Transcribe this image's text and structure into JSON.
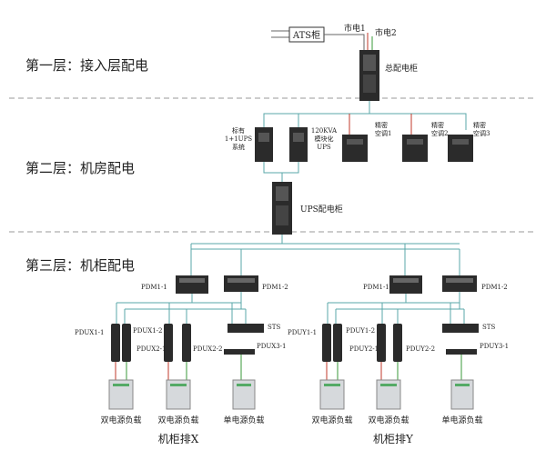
{
  "layers": [
    "第一层：接入层配电",
    "第二层：机房配电",
    "第三层：机柜配电"
  ],
  "layer1": {
    "ats": "ATS柜",
    "mains": [
      "市电1",
      "市电2"
    ],
    "main_cabinet": "总配电柜"
  },
  "layer2": {
    "ups_systems": [
      "标有\n1+1UPS\n系统",
      "120KVA\n模块化\nUPS"
    ],
    "ac_units": [
      "精密\n空调1",
      "精密\n空调2",
      "精密\n空调3"
    ],
    "ups_cabinet": "UPS配电柜"
  },
  "layer3": {
    "pdm_labels": [
      "PDM1-1",
      "PDM1-2",
      "PDM1-1",
      "PDM1-2"
    ],
    "left_pdus": [
      "PDUX1-1",
      "PDUX1-2",
      "PDUX2-1",
      "PDUX2-2",
      "PDUX3-1"
    ],
    "right_pdus": [
      "PDUY1-1",
      "PDUY1-2",
      "PDUY2-1",
      "PDUY2-2",
      "PDUY3-1"
    ],
    "sts": "STS",
    "loads": [
      "双电源负载",
      "双电源负载",
      "单电源负载",
      "双电源负载",
      "双电源负载",
      "单电源负载"
    ],
    "racks": [
      "机柜排X",
      "机柜排Y"
    ]
  },
  "colors": {
    "line_teal": "#5aa7a8",
    "line_red": "#c0392b",
    "line_green": "#3a9a3a",
    "dash": "#999999",
    "equipment": "#2b2b2b"
  }
}
